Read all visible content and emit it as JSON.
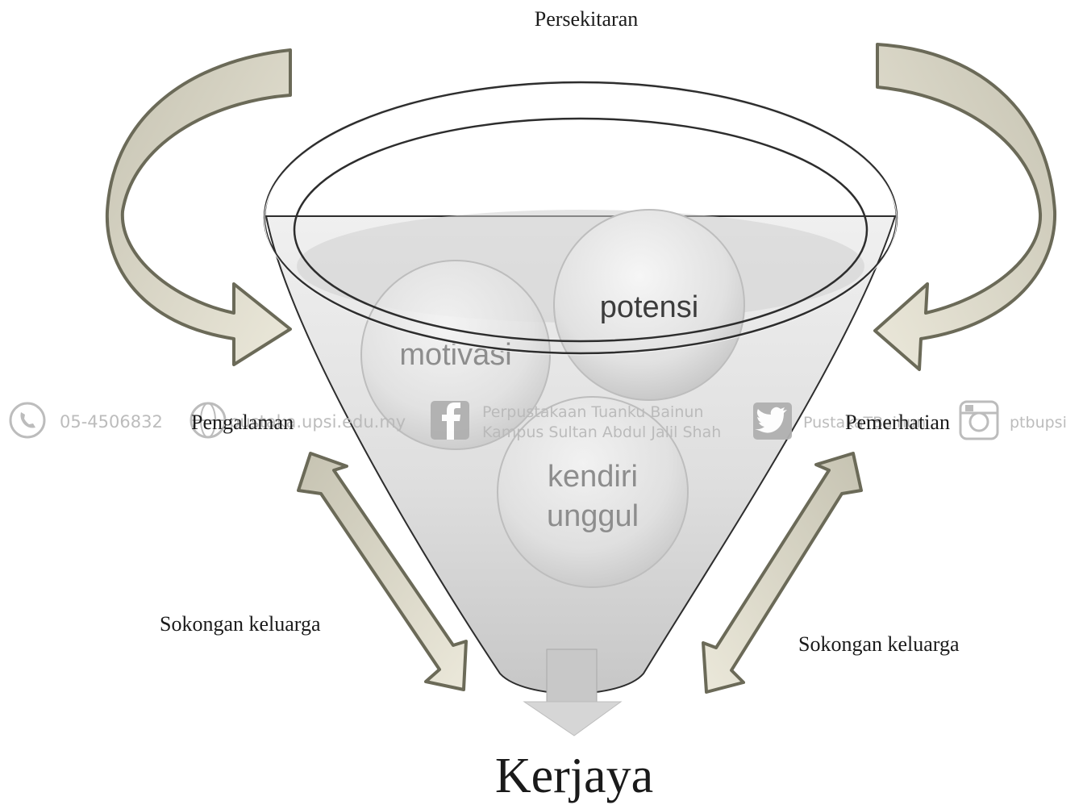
{
  "labels": {
    "top": "Persekitaran",
    "left": "Pengalaman",
    "right": "Pemerhatian",
    "support_left": "Sokongan keluarga",
    "support_right": "Sokongan keluarga",
    "bottom": "Kerjaya"
  },
  "bubbles": {
    "potensi": "potensi",
    "motivasi": "motivasi",
    "kendiri_line1": "kendiri",
    "kendiri_line2": "unggul"
  },
  "watermark": {
    "phone": "05-4506832",
    "website": "pustaka.upsi.edu.my",
    "facebook_line1": "Perpustakaan Tuanku Bainun",
    "facebook_line2": "Kampus Sultan Abdul Jalil Shah",
    "twitter": "PustakaTBainun",
    "instagram": "ptbupsi"
  },
  "colors": {
    "arrow_fill": "#e4e1d2",
    "arrow_fill_dark": "#c6c3b2",
    "arrow_stroke": "#6b6a58",
    "funnel_stroke": "#2d2d2d",
    "bubble_text": "#3c3c3c",
    "watermark": "#b9b9b9"
  }
}
